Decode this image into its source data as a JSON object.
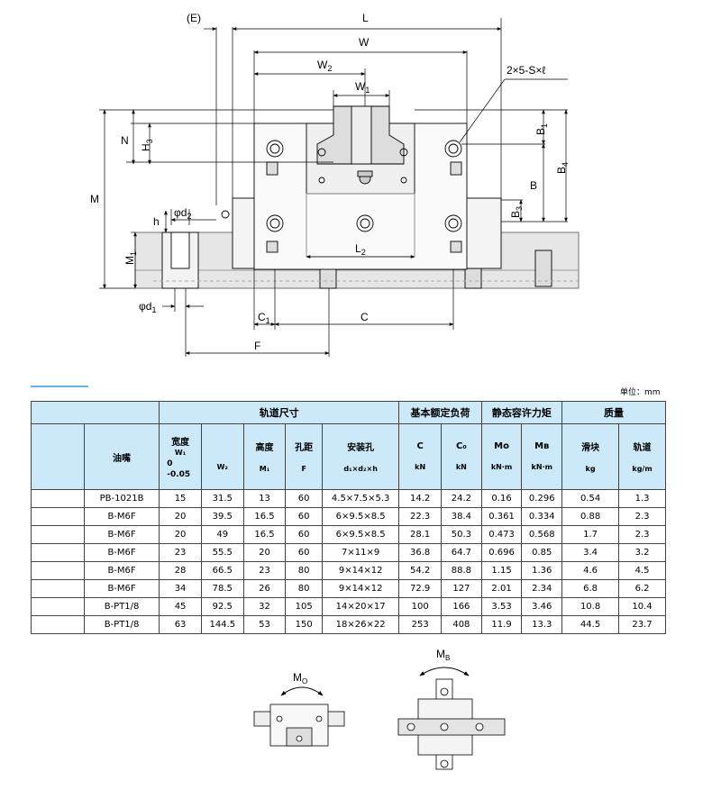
{
  "drawing_labels": {
    "E": "(E)",
    "L": "L",
    "W": "W",
    "W2": "W",
    "W2_sub": "2",
    "W1": "W",
    "W1_sub": "1",
    "bolt": "2×5-S×ℓ",
    "N": "N",
    "H3": "H",
    "H3_sub": "3",
    "M": "M",
    "B1": "B",
    "B1_sub": "1",
    "B4": "B",
    "B4_sub": "4",
    "B": "B",
    "B3": "B",
    "B3_sub": "3",
    "d2": "φd",
    "d2_sub": "2",
    "h": "h",
    "M1": "M",
    "M1_sub": "1",
    "L2": "L",
    "L2_sub": "2",
    "d1": "φd",
    "d1_sub": "1",
    "C1": "C",
    "C1_sub": "1",
    "C": "C",
    "F": "F",
    "Mo": "M",
    "Mo_sub": "O",
    "MB": "M",
    "MB_sub": "B"
  },
  "unit": "单位：mm",
  "table": {
    "group_headers": [
      "轨道尺寸",
      "基本额定负荷",
      "静态容许力矩",
      "质量"
    ],
    "col_headers": {
      "oil": "油嘴",
      "w1_title": "宽度",
      "w1_sym": "W₁",
      "w1_tol_a": "0",
      "w1_tol_b": "-0.05",
      "w2": "W₂",
      "m1_title": "高度",
      "m1_sym": "M₁",
      "f_title": "孔距",
      "f_sym": "F",
      "holes_title": "安装孔",
      "holes_sym": "d₁×d₂×h",
      "c": "C",
      "c_unit": "kN",
      "c0": "C₀",
      "c0_unit": "kN",
      "mo": "Mo",
      "mo_unit": "kN·m",
      "mb": "Mʙ",
      "mb_unit": "kN·m",
      "block_title": "滑块",
      "block_unit": "kg",
      "rail_title": "轨道",
      "rail_unit": "kg/m"
    },
    "rows": [
      [
        "PB-1021B",
        "15",
        "31.5",
        "13",
        "60",
        "4.5×7.5×5.3",
        "14.2",
        "24.2",
        "0.16",
        "0.296",
        "0.54",
        "1.3"
      ],
      [
        "B-M6F",
        "20",
        "39.5",
        "16.5",
        "60",
        "6×9.5×8.5",
        "22.3",
        "38.4",
        "0.361",
        "0.334",
        "0.88",
        "2.3"
      ],
      [
        "B-M6F",
        "20",
        "49",
        "16.5",
        "60",
        "6×9.5×8.5",
        "28.1",
        "50.3",
        "0.473",
        "0.568",
        "1.7",
        "2.3"
      ],
      [
        "B-M6F",
        "23",
        "55.5",
        "20",
        "60",
        "7×11×9",
        "36.8",
        "64.7",
        "0.696",
        "0.85",
        "3.4",
        "3.2"
      ],
      [
        "B-M6F",
        "28",
        "66.5",
        "23",
        "80",
        "9×14×12",
        "54.2",
        "88.8",
        "1.15",
        "1.36",
        "4.6",
        "4.5"
      ],
      [
        "B-M6F",
        "34",
        "78.5",
        "26",
        "80",
        "9×14×12",
        "72.9",
        "127",
        "2.01",
        "2.34",
        "6.8",
        "6.2"
      ],
      [
        "B-PT1/8",
        "45",
        "92.5",
        "32",
        "105",
        "14×20×17",
        "100",
        "166",
        "3.53",
        "3.46",
        "10.8",
        "10.4"
      ],
      [
        "B-PT1/8",
        "63",
        "144.5",
        "53",
        "150",
        "18×26×22",
        "253",
        "408",
        "11.9",
        "13.3",
        "44.5",
        "23.7"
      ]
    ]
  }
}
